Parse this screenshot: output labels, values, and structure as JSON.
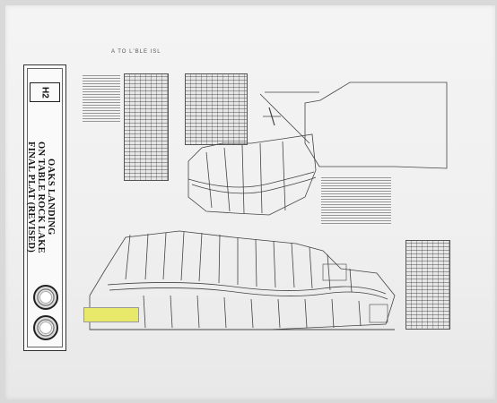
{
  "document": {
    "title_lines": [
      "OAKS LANDING",
      "ON TABLE ROCK LAKE",
      "FINAL PLAT (REVISED)"
    ],
    "logo_text": "H2",
    "top_annotation": "A TO L'BLE ISL",
    "highlighted_lot_color": "#e8e86a"
  }
}
